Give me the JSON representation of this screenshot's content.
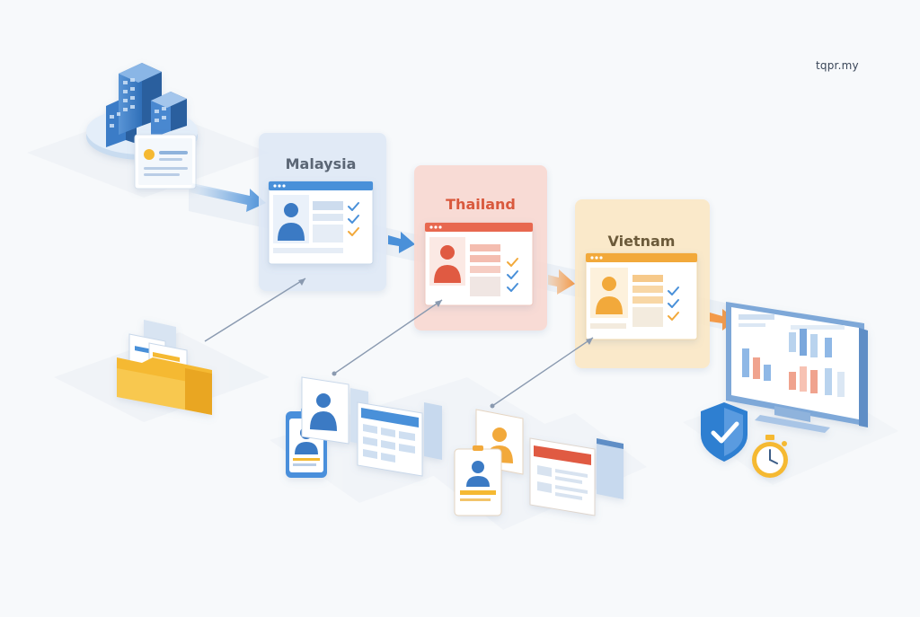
{
  "brand": {
    "text": "tqpr.my"
  },
  "stages": [
    {
      "label": "Malaysia",
      "accent": "#4a90d9",
      "panel_fill": "#dfe9f6",
      "text_color": "#5b6675"
    },
    {
      "label": "Thailand",
      "accent": "#e8674f",
      "panel_fill": "#f9d9d2",
      "text_color": "#d9593d"
    },
    {
      "label": "Vietnam",
      "accent": "#f2a93b",
      "panel_fill": "#fbe8c6",
      "text_color": "#6b5a3a"
    }
  ],
  "colors": {
    "flow_arrow_blue": "#4a90d9",
    "flow_arrow_orange": "#f39a4a",
    "connector_line": "#8a9ab0",
    "check_blue": "#4a90d9",
    "check_orange": "#f2a93b",
    "shield": "#2f7fd1",
    "folder": "#f5b933",
    "monitor_frame": "#7ea8d8"
  },
  "icons": {
    "source": "office-buildings-icon",
    "source_document": "document-icon",
    "folder": "folder-icon",
    "output": "monitor-dashboard-icon",
    "security": "shield-check-icon",
    "time": "stopwatch-icon"
  }
}
